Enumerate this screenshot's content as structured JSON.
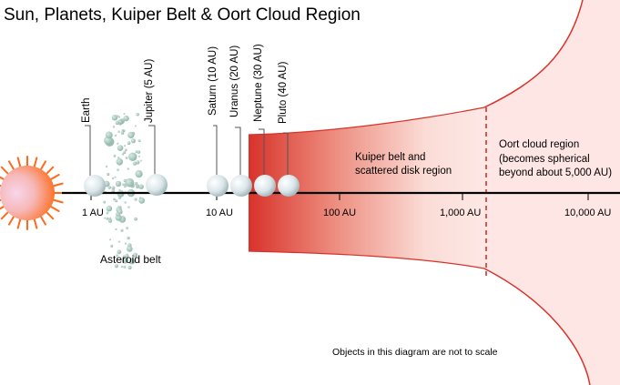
{
  "title": "Sun, Planets, Kuiper Belt & Oort Cloud Region",
  "planet_labels": {
    "earth": "Earth",
    "jupiter": "Jupiter (5 AU)",
    "saturn": "Saturn (10 AU)",
    "uranus": "Uranus (20 AU)",
    "neptune": "Neptune (30 AU)",
    "pluto": "Pluto (40 AU)"
  },
  "axis": {
    "tick_1": "1 AU",
    "tick_10": "10 AU",
    "tick_100": "100 AU",
    "tick_1000": "1,000 AU",
    "tick_10000": "10,000 AU"
  },
  "regions": {
    "asteroid_belt": "Asteroid belt",
    "kuiper_line1": "Kuiper belt and",
    "kuiper_line2": "scattered disk region",
    "oort_line1": "Oort cloud region",
    "oort_line2": "(becomes spherical",
    "oort_line3": "beyond about 5,000 AU)"
  },
  "footnote": "Objects in this diagram are not to scale",
  "colors": {
    "sun_core": "#f5d0e0",
    "sun_rays": "#ff6a1a",
    "kuiper_red": "#d8322a",
    "oort_fill": "#fde6e4",
    "oort_edge": "#d8322a",
    "planet": "#dce8ec",
    "asteroid": "#a9c7bd",
    "axis": "#000000"
  }
}
